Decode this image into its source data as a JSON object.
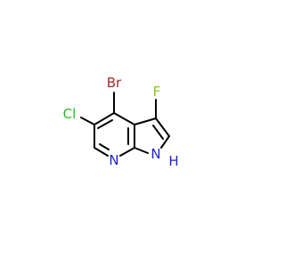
{
  "molecule": {
    "atoms": {
      "br": {
        "symbol": "Br",
        "color": "#a52a2a"
      },
      "cl": {
        "symbol": "Cl",
        "color": "#1fc11f"
      },
      "f": {
        "symbol": "F",
        "color": "#8fc31f"
      },
      "n": {
        "symbol": "N",
        "color": "#1f1fd9"
      },
      "nh": {
        "symbol": "N",
        "color": "#1f1fd9"
      },
      "h": {
        "symbol": "H",
        "color": "#1f1fd9"
      }
    },
    "bond_color": "#000000"
  }
}
